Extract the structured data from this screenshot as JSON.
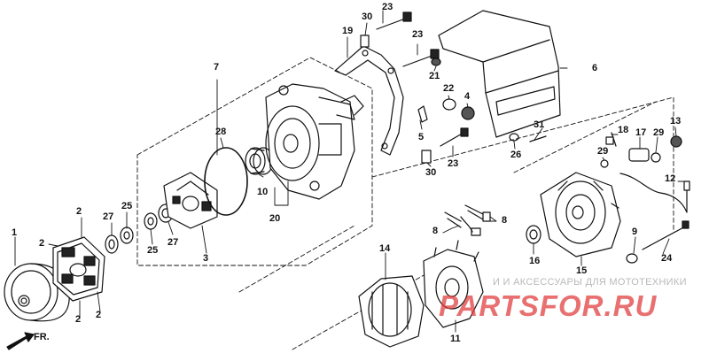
{
  "callouts": [
    {
      "id": "c1",
      "text": "1"
    },
    {
      "id": "c2a",
      "text": "2"
    },
    {
      "id": "c2b",
      "text": "2"
    },
    {
      "id": "c2c",
      "text": "2"
    },
    {
      "id": "c2d",
      "text": "2"
    },
    {
      "id": "c27a",
      "text": "27"
    },
    {
      "id": "c25a",
      "text": "25"
    },
    {
      "id": "c25b",
      "text": "25"
    },
    {
      "id": "c27b",
      "text": "27"
    },
    {
      "id": "c3",
      "text": "3"
    },
    {
      "id": "c28",
      "text": "28"
    },
    {
      "id": "c7",
      "text": "7"
    },
    {
      "id": "c10",
      "text": "10"
    },
    {
      "id": "c20",
      "text": "20"
    },
    {
      "id": "c19",
      "text": "19"
    },
    {
      "id": "c30a",
      "text": "30"
    },
    {
      "id": "c23a",
      "text": "23"
    },
    {
      "id": "c23b",
      "text": "23"
    },
    {
      "id": "c21",
      "text": "21"
    },
    {
      "id": "c22",
      "text": "22"
    },
    {
      "id": "c4",
      "text": "4"
    },
    {
      "id": "c5",
      "text": "5"
    },
    {
      "id": "c23c",
      "text": "23"
    },
    {
      "id": "c30b",
      "text": "30"
    },
    {
      "id": "c6",
      "text": "6"
    },
    {
      "id": "c31",
      "text": "31"
    },
    {
      "id": "c26",
      "text": "26"
    },
    {
      "id": "c18",
      "text": "18"
    },
    {
      "id": "c17",
      "text": "17"
    },
    {
      "id": "c29a",
      "text": "29"
    },
    {
      "id": "c13",
      "text": "13"
    },
    {
      "id": "c29b",
      "text": "29"
    },
    {
      "id": "c12",
      "text": "12"
    },
    {
      "id": "c8a",
      "text": "8"
    },
    {
      "id": "c8b",
      "text": "8"
    },
    {
      "id": "c16",
      "text": "16"
    },
    {
      "id": "c15",
      "text": "15"
    },
    {
      "id": "c9",
      "text": "9"
    },
    {
      "id": "c24",
      "text": "24"
    },
    {
      "id": "c14",
      "text": "14"
    },
    {
      "id": "c11",
      "text": "11"
    }
  ],
  "front_indicator": "FR.",
  "watermark": {
    "caption": "И И АКСЕССУАРЫ ДЛЯ МОТОТЕХНИКИ",
    "logo": "PARTSFOR.RU"
  }
}
